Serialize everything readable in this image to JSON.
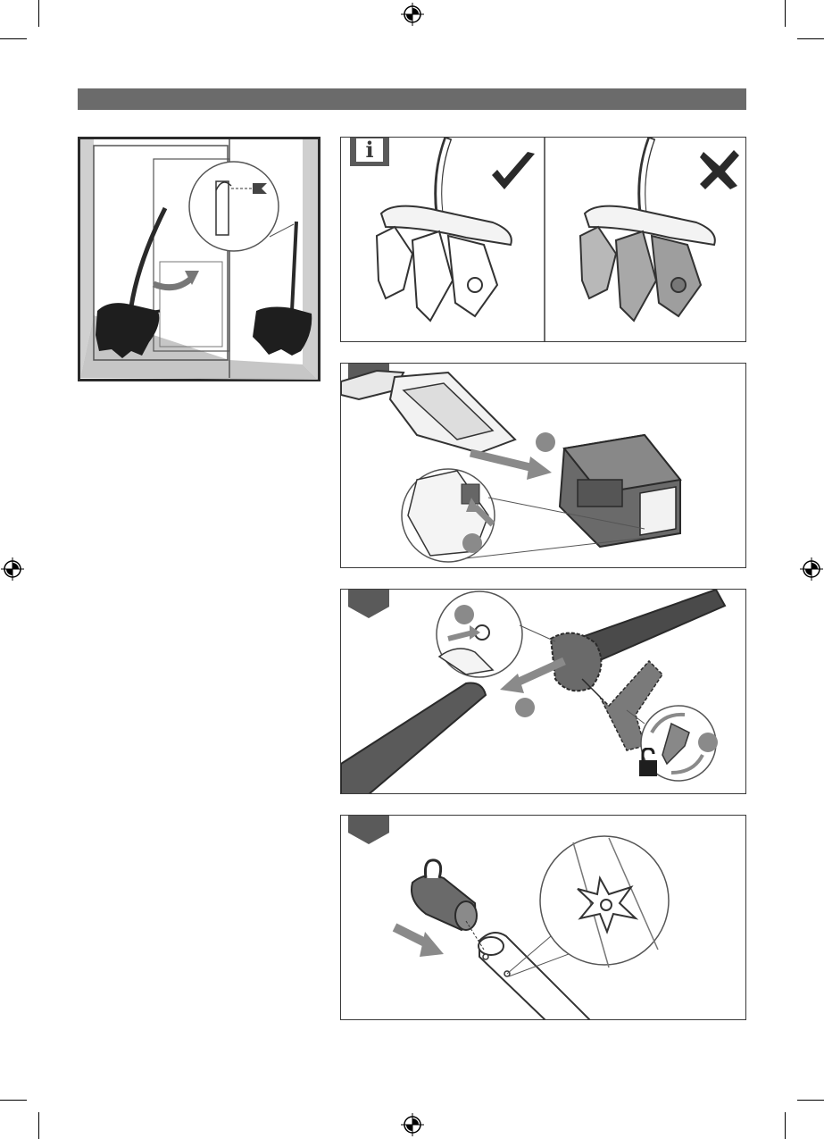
{
  "page": {
    "width": 923,
    "height": 1275,
    "background": "#ffffff"
  },
  "colors": {
    "header_bar": "#6b6b6b",
    "step_tab": "#5a5a5a",
    "dark_part": "#4a4a4a",
    "light_part": "#e6e6e6",
    "outline": "#3a3a3a"
  },
  "info_panel": {
    "glyph": "i",
    "correct_icon": "checkmark-icon",
    "wrong_icon": "cross-icon"
  },
  "icons": {
    "registration_mark": "registration-target-icon",
    "unlock": "unlock-icon",
    "rotate": "rotate-arrows-icon",
    "arrow": "direction-arrow-icon"
  }
}
